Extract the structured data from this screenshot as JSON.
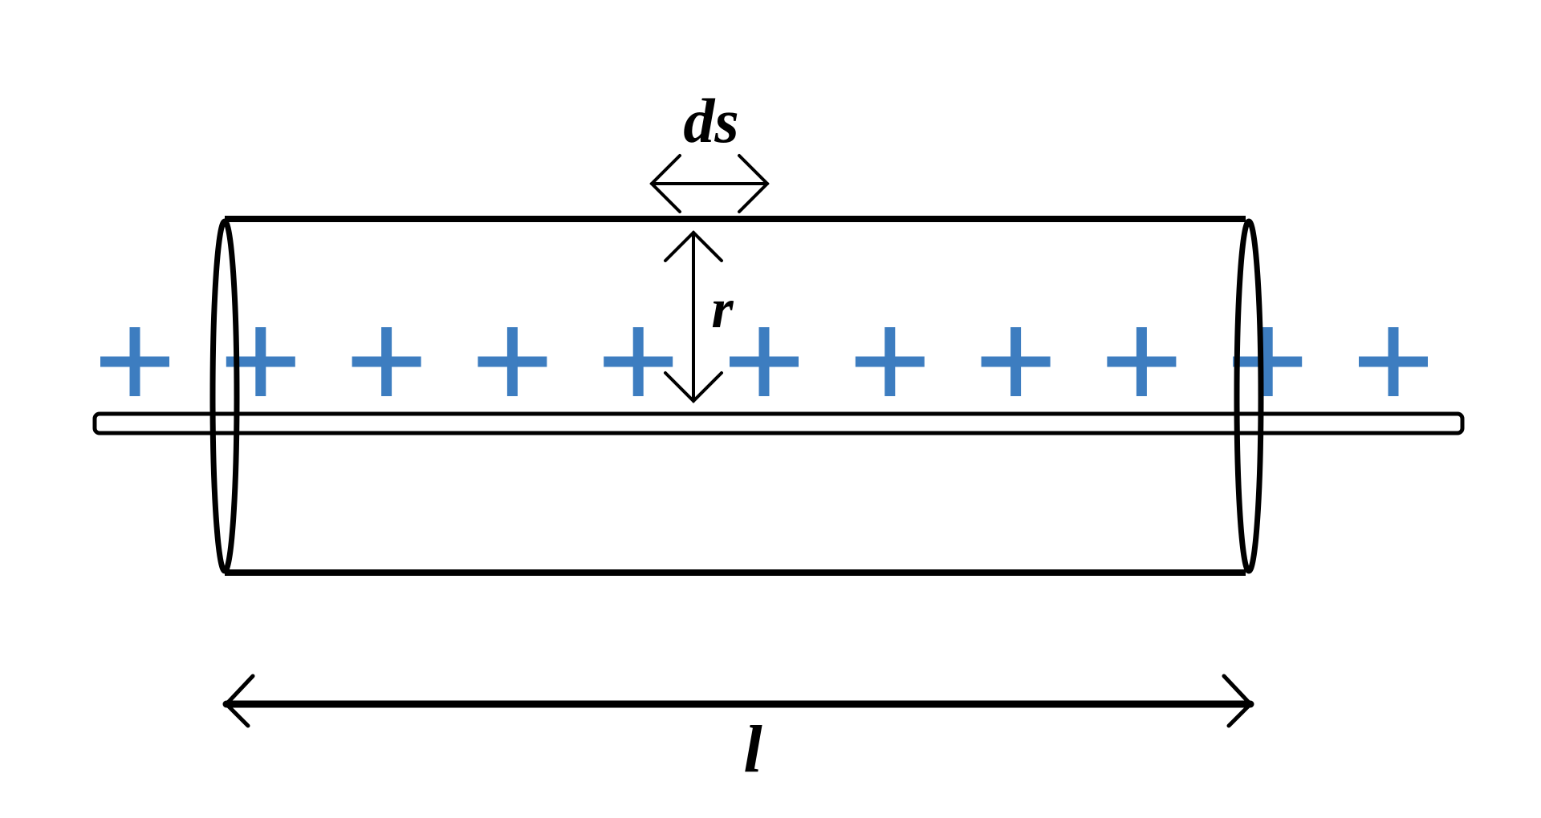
{
  "labels": {
    "ds": "ds",
    "r": "r",
    "l": "l"
  },
  "colors": {
    "charge": "#3d7dc0",
    "stroke": "#000000",
    "background": "#ffffff"
  },
  "charge_symbol": "plus",
  "charge_count": 11,
  "icons": {
    "charge": "plus-charge-icon",
    "arrow": "double-headed-arrow"
  }
}
